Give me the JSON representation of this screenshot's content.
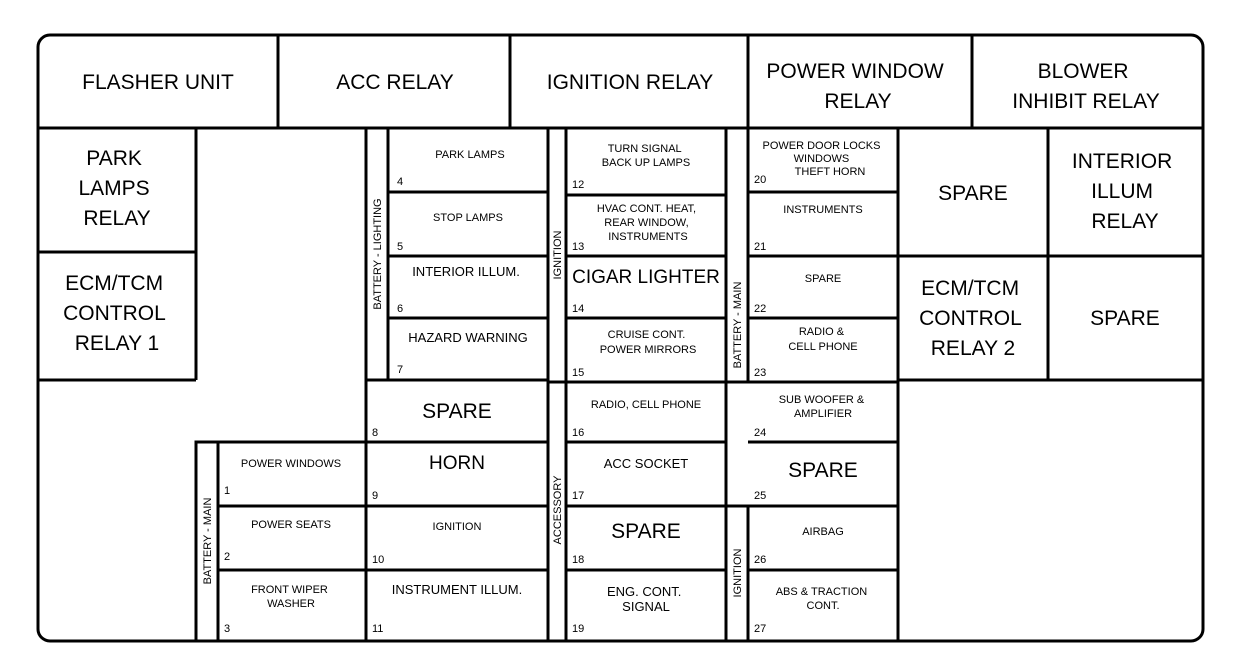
{
  "relays": {
    "flasher_unit": "FLASHER UNIT",
    "acc_relay": "ACC RELAY",
    "ignition_relay": "IGNITION RELAY",
    "power_window_relay": [
      "POWER WINDOW",
      "RELAY"
    ],
    "blower_inhibit_relay": [
      "BLOWER",
      "INHIBIT RELAY"
    ],
    "park_lamps_relay": [
      "PARK",
      "LAMPS",
      "RELAY"
    ],
    "ecm_tcm_control_relay_1": [
      "ECM/TCM",
      "CONTROL",
      "RELAY 1"
    ],
    "spare_top": "SPARE",
    "interior_illum_relay": [
      "INTERIOR",
      "ILLUM",
      "RELAY"
    ],
    "ecm_tcm_control_relay_2": [
      "ECM/TCM",
      "CONTROL",
      "RELAY 2"
    ],
    "spare_right": "SPARE"
  },
  "group_labels": {
    "battery_lighting": "BATTERY - LIGHTING",
    "ignition_a": "IGNITION",
    "battery_main_a": "BATTERY - MAIN",
    "battery_main_b": "BATTERY - MAIN",
    "accessory": "ACCESSORY",
    "ignition_b": "IGNITION"
  },
  "fuses": {
    "f1": {
      "num": "1",
      "label": [
        "POWER WINDOWS"
      ]
    },
    "f2": {
      "num": "2",
      "label": [
        "POWER SEATS"
      ]
    },
    "f3": {
      "num": "3",
      "label": [
        "FRONT WIPER",
        "WASHER"
      ]
    },
    "f4": {
      "num": "4",
      "label": [
        "PARK LAMPS"
      ]
    },
    "f5": {
      "num": "5",
      "label": [
        "STOP LAMPS"
      ]
    },
    "f6": {
      "num": "6",
      "label": [
        "INTERIOR ILLUM."
      ]
    },
    "f7": {
      "num": "7",
      "label": [
        "HAZARD WARNING"
      ]
    },
    "f8": {
      "num": "8",
      "label": [
        "SPARE"
      ]
    },
    "f9": {
      "num": "9",
      "label": [
        "HORN"
      ]
    },
    "f10": {
      "num": "10",
      "label": [
        "IGNITION"
      ]
    },
    "f11": {
      "num": "11",
      "label": [
        "INSTRUMENT ILLUM."
      ]
    },
    "f12": {
      "num": "12",
      "label": [
        "TURN SIGNAL",
        "BACK UP LAMPS"
      ]
    },
    "f13": {
      "num": "13",
      "label": [
        "HVAC CONT. HEAT,",
        "REAR WINDOW,",
        "INSTRUMENTS"
      ]
    },
    "f14": {
      "num": "14",
      "label": [
        "CIGAR LIGHTER"
      ]
    },
    "f15": {
      "num": "15",
      "label": [
        "CRUISE CONT.",
        "POWER MIRRORS"
      ]
    },
    "f16": {
      "num": "16",
      "label": [
        "RADIO, CELL PHONE"
      ]
    },
    "f17": {
      "num": "17",
      "label": [
        "ACC SOCKET"
      ]
    },
    "f18": {
      "num": "18",
      "label": [
        "SPARE"
      ]
    },
    "f19": {
      "num": "19",
      "label": [
        "ENG. CONT.",
        "SIGNAL"
      ]
    },
    "f20": {
      "num": "20",
      "label": [
        "POWER DOOR LOCKS",
        "WINDOWS",
        "THEFT HORN"
      ]
    },
    "f21": {
      "num": "21",
      "label": [
        "INSTRUMENTS"
      ]
    },
    "f22": {
      "num": "22",
      "label": [
        "SPARE"
      ]
    },
    "f23": {
      "num": "23",
      "label": [
        "RADIO &",
        "CELL PHONE"
      ]
    },
    "f24": {
      "num": "24",
      "label": [
        "SUB WOOFER &",
        "AMPLIFIER"
      ]
    },
    "f25": {
      "num": "25",
      "label": [
        "SPARE"
      ]
    },
    "f26": {
      "num": "26",
      "label": [
        "AIRBAG"
      ]
    },
    "f27": {
      "num": "27",
      "label": [
        "ABS & TRACTION",
        "CONT."
      ]
    }
  }
}
